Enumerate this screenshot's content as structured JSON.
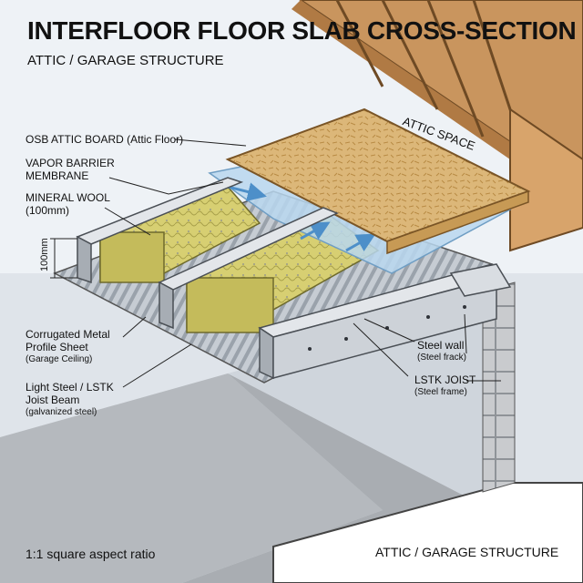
{
  "title": "INTERFLOOR FLOOR SLAB CROSS-SECTION",
  "subtitle": "ATTIC / GARAGE STRUCTURE",
  "labels": {
    "osb": "OSB ATTIC BOARD (Attic Floor)",
    "vapor_1": "VAPOR BARRIER",
    "vapor_2": "MEMBRANE",
    "wool_1": "MINERAL WOOL",
    "wool_2": "(100mm)",
    "dimension": "100mm",
    "attic_space": "ATTIC SPACE",
    "corrugated_1": "Corrugated Metal",
    "corrugated_2": "Profile Sheet",
    "corrugated_3": "(Garage Ceiling)",
    "joist_1": "Light Steel / LSTK",
    "joist_2": "Joist Beam",
    "joist_3": "(galvanized steel)",
    "steel_wall_1": "Steel wall",
    "steel_wall_2": "(Steel frack)",
    "lstk_1": "LSTK JOIST",
    "lstk_2": "(Steel frame)"
  },
  "footer": {
    "left": "1:1 square aspect ratio",
    "right": "ATTIC / GARAGE STRUCTURE"
  },
  "colors": {
    "osb": "#dcb779",
    "wool": "#d7cf72",
    "vapor": "#b9d7ef",
    "steel": "#c9ced4",
    "roof": "#c9955e"
  }
}
